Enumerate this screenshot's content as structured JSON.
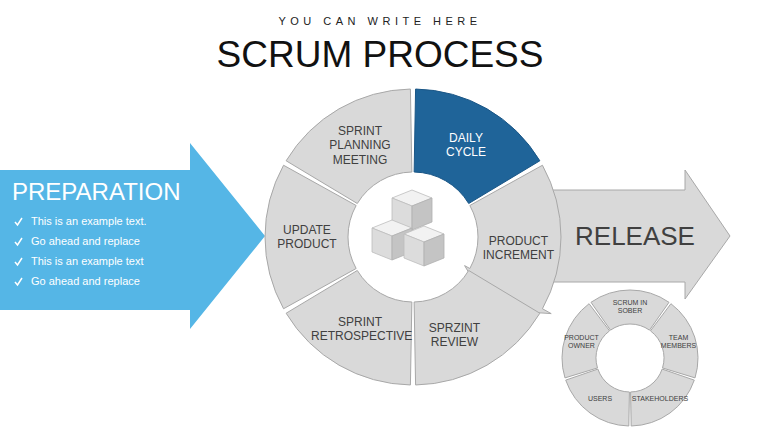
{
  "diagram": {
    "title": "SCRUM PROCESS",
    "nodes": [
      {
        "text": [
          "PREPARATION",
          "This is an example text.",
          "Go ahead and replace",
          "This is an example text",
          "Go ahead and replace"
        ]
      },
      {
        "text": [
          "SPRINT PLANNING MEETING"
        ]
      },
      {
        "text": [
          "DAILY CYCLE"
        ]
      },
      {
        "text": [
          "UPDATE PRODUCT"
        ]
      },
      {
        "text": [
          "PRODUCT INCREMENT"
        ]
      },
      {
        "text": [
          "SPRINT RETROSPECTIVE"
        ]
      },
      {
        "text": [
          "SPRZINT REVIEW"
        ]
      },
      {
        "text": [
          "RELEASE"
        ]
      },
      {
        "text": [
          "SCRUM IN SOBER"
        ]
      },
      {
        "text": [
          "PRODUCT OWNER"
        ]
      },
      {
        "text": [
          "TEAM MEMBERS"
        ]
      },
      {
        "text": [
          "USERS"
        ]
      },
      {
        "text": [
          "STAKEHOLDERS"
        ]
      }
    ],
    "labels": [
      "YOU CAN WRITE HERE"
    ]
  }
}
